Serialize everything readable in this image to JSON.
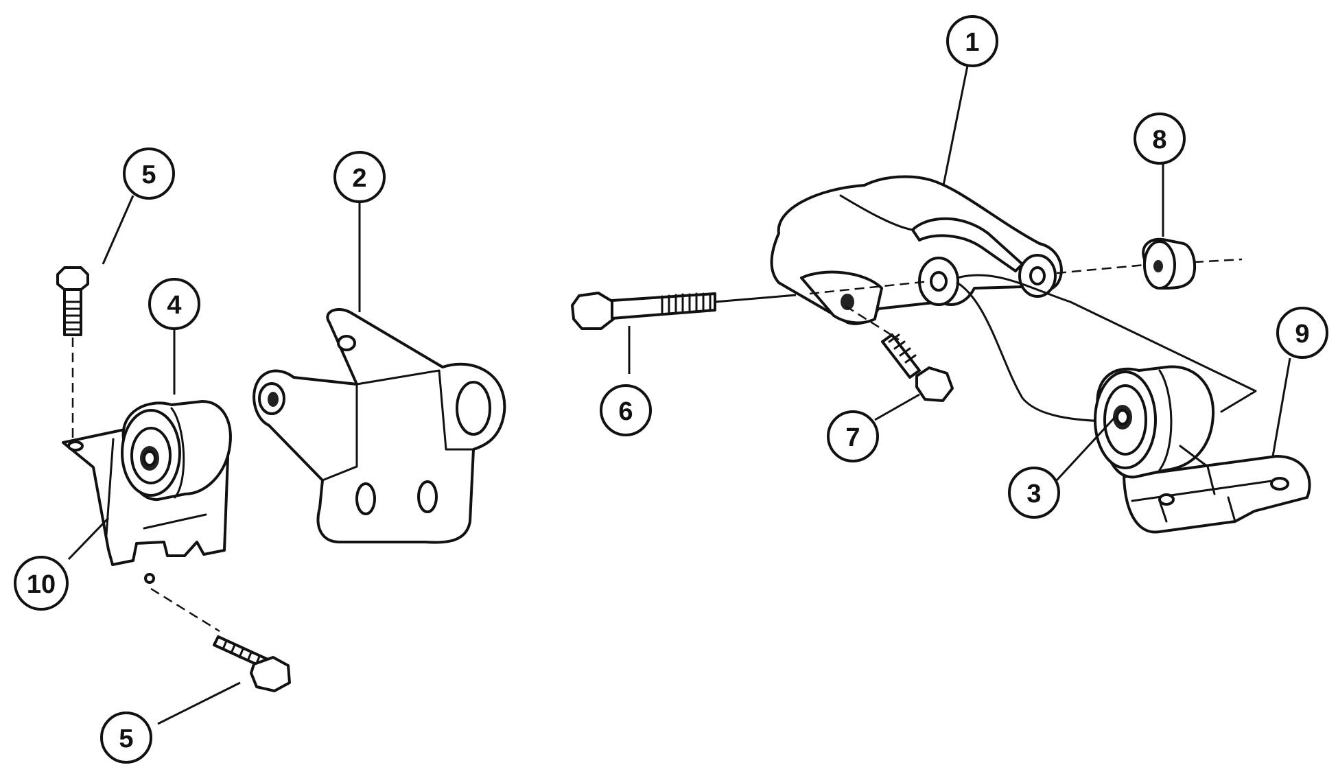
{
  "diagram": {
    "type": "exploded-parts-diagram",
    "callouts": [
      {
        "id": "c1",
        "label": "1",
        "part": "mount-bracket-top"
      },
      {
        "id": "c2",
        "label": "2",
        "part": "mount-bracket-left"
      },
      {
        "id": "c3",
        "label": "3",
        "part": "insulator-right"
      },
      {
        "id": "c4",
        "label": "4",
        "part": "insulator-left"
      },
      {
        "id": "c5a",
        "label": "5",
        "part": "bolt-vertical"
      },
      {
        "id": "c5b",
        "label": "5",
        "part": "bolt-lower"
      },
      {
        "id": "c6",
        "label": "6",
        "part": "long-bolt"
      },
      {
        "id": "c7",
        "label": "7",
        "part": "short-bolt"
      },
      {
        "id": "c8",
        "label": "8",
        "part": "nut"
      },
      {
        "id": "c9",
        "label": "9",
        "part": "bracket-right-base"
      },
      {
        "id": "c10",
        "label": "10",
        "part": "bracket-left-base"
      }
    ]
  },
  "colors": {
    "line": "#111111",
    "background": "#ffffff"
  }
}
